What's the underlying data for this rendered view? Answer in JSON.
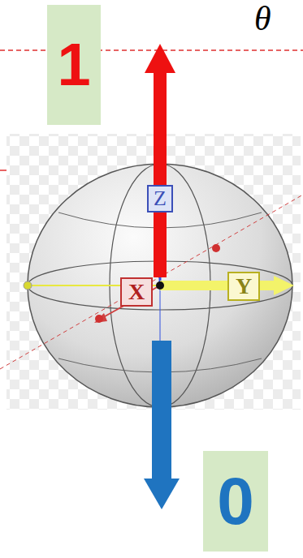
{
  "diagram": {
    "nodes": [
      {
        "text": [
          "1"
        ]
      },
      {
        "text": [
          "Z"
        ]
      },
      {
        "text": [
          "X"
        ]
      },
      {
        "text": [
          "Y"
        ]
      },
      {
        "text": [
          "0"
        ]
      }
    ],
    "labels": [
      "θ"
    ]
  }
}
